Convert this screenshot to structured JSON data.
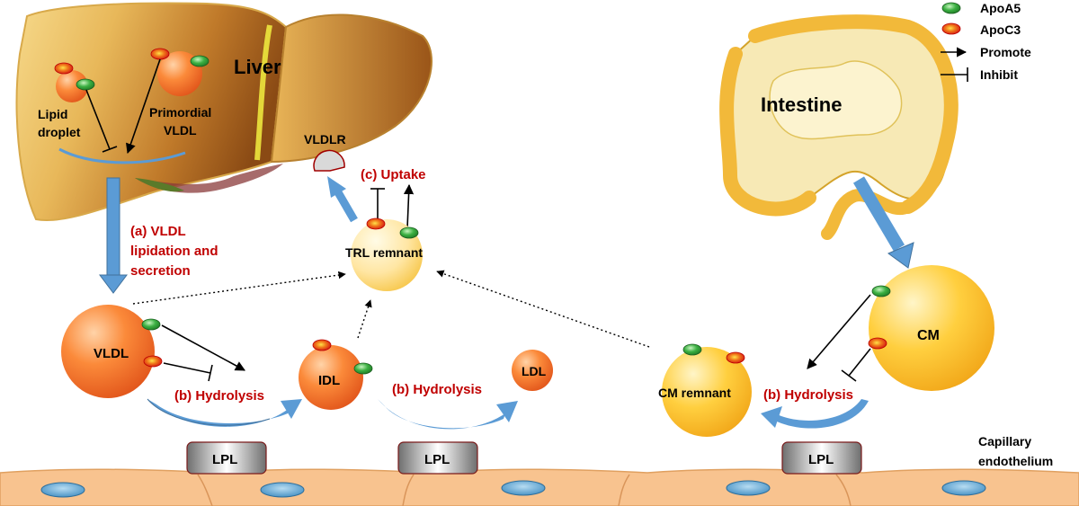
{
  "legend": {
    "apoa5": "ApoA5",
    "apoc3": "ApoC3",
    "promote": "Promote",
    "inhibit": "Inhibit"
  },
  "organs": {
    "liver": "Liver",
    "intestine": "Intestine"
  },
  "liver_particles": {
    "lipid_droplet_line1": "Lipid",
    "lipid_droplet_line2": "droplet",
    "primordial_line1": "Primordial",
    "primordial_line2": "VLDL"
  },
  "receptor": "VLDLR",
  "processes": {
    "lipidation_line1": "(a) VLDL",
    "lipidation_line2": "lipidation and",
    "lipidation_line3": "secretion",
    "uptake": "(c) Uptake",
    "hydrolysis": "(b) Hydrolysis"
  },
  "lipoproteins": {
    "trl_remnant": "TRL remnant",
    "vldl": "VLDL",
    "idl": "IDL",
    "ldl": "LDL",
    "cm_remnant": "CM remnant",
    "cm": "CM"
  },
  "enzyme": "LPL",
  "endothelium_line1": "Capillary",
  "endothelium_line2": "endothelium",
  "colors": {
    "process_text": "#c00000",
    "arrow_blue": "#5b9bd5",
    "apoa5_green": "#3cb043",
    "apoc3_red": "#e81c1c"
  }
}
